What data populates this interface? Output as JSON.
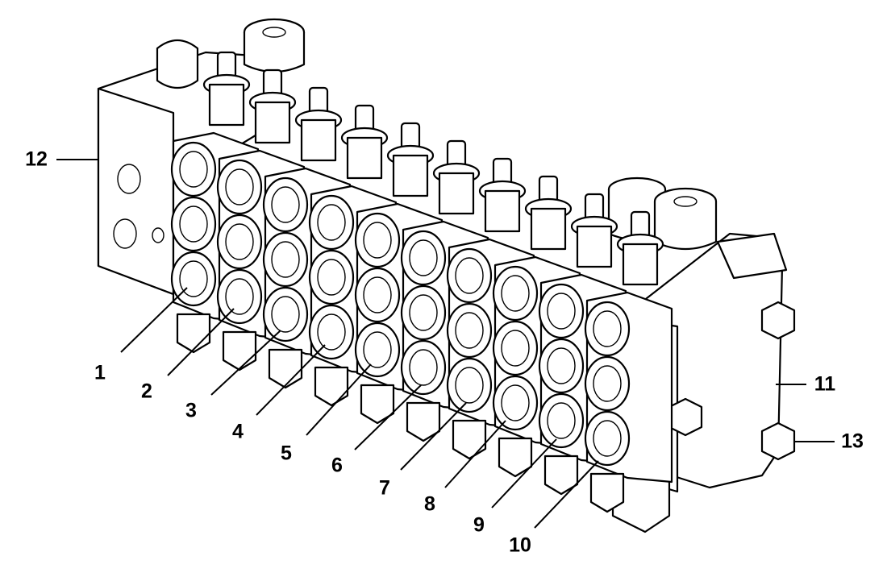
{
  "diagram": {
    "watermark_text": "",
    "corner_mark": "",
    "callouts": [
      {
        "id": "1",
        "label": "1"
      },
      {
        "id": "2",
        "label": "2"
      },
      {
        "id": "3",
        "label": "3"
      },
      {
        "id": "4",
        "label": "4"
      },
      {
        "id": "5",
        "label": "5"
      },
      {
        "id": "6",
        "label": "6"
      },
      {
        "id": "7",
        "label": "7"
      },
      {
        "id": "8",
        "label": "8"
      },
      {
        "id": "9",
        "label": "9"
      },
      {
        "id": "10",
        "label": "10"
      },
      {
        "id": "11",
        "label": "11"
      },
      {
        "id": "12",
        "label": "12"
      },
      {
        "id": "13",
        "label": "13"
      }
    ]
  },
  "colors": {
    "line": "#000000",
    "background": "#ffffff",
    "watermark": "#dddddd"
  }
}
